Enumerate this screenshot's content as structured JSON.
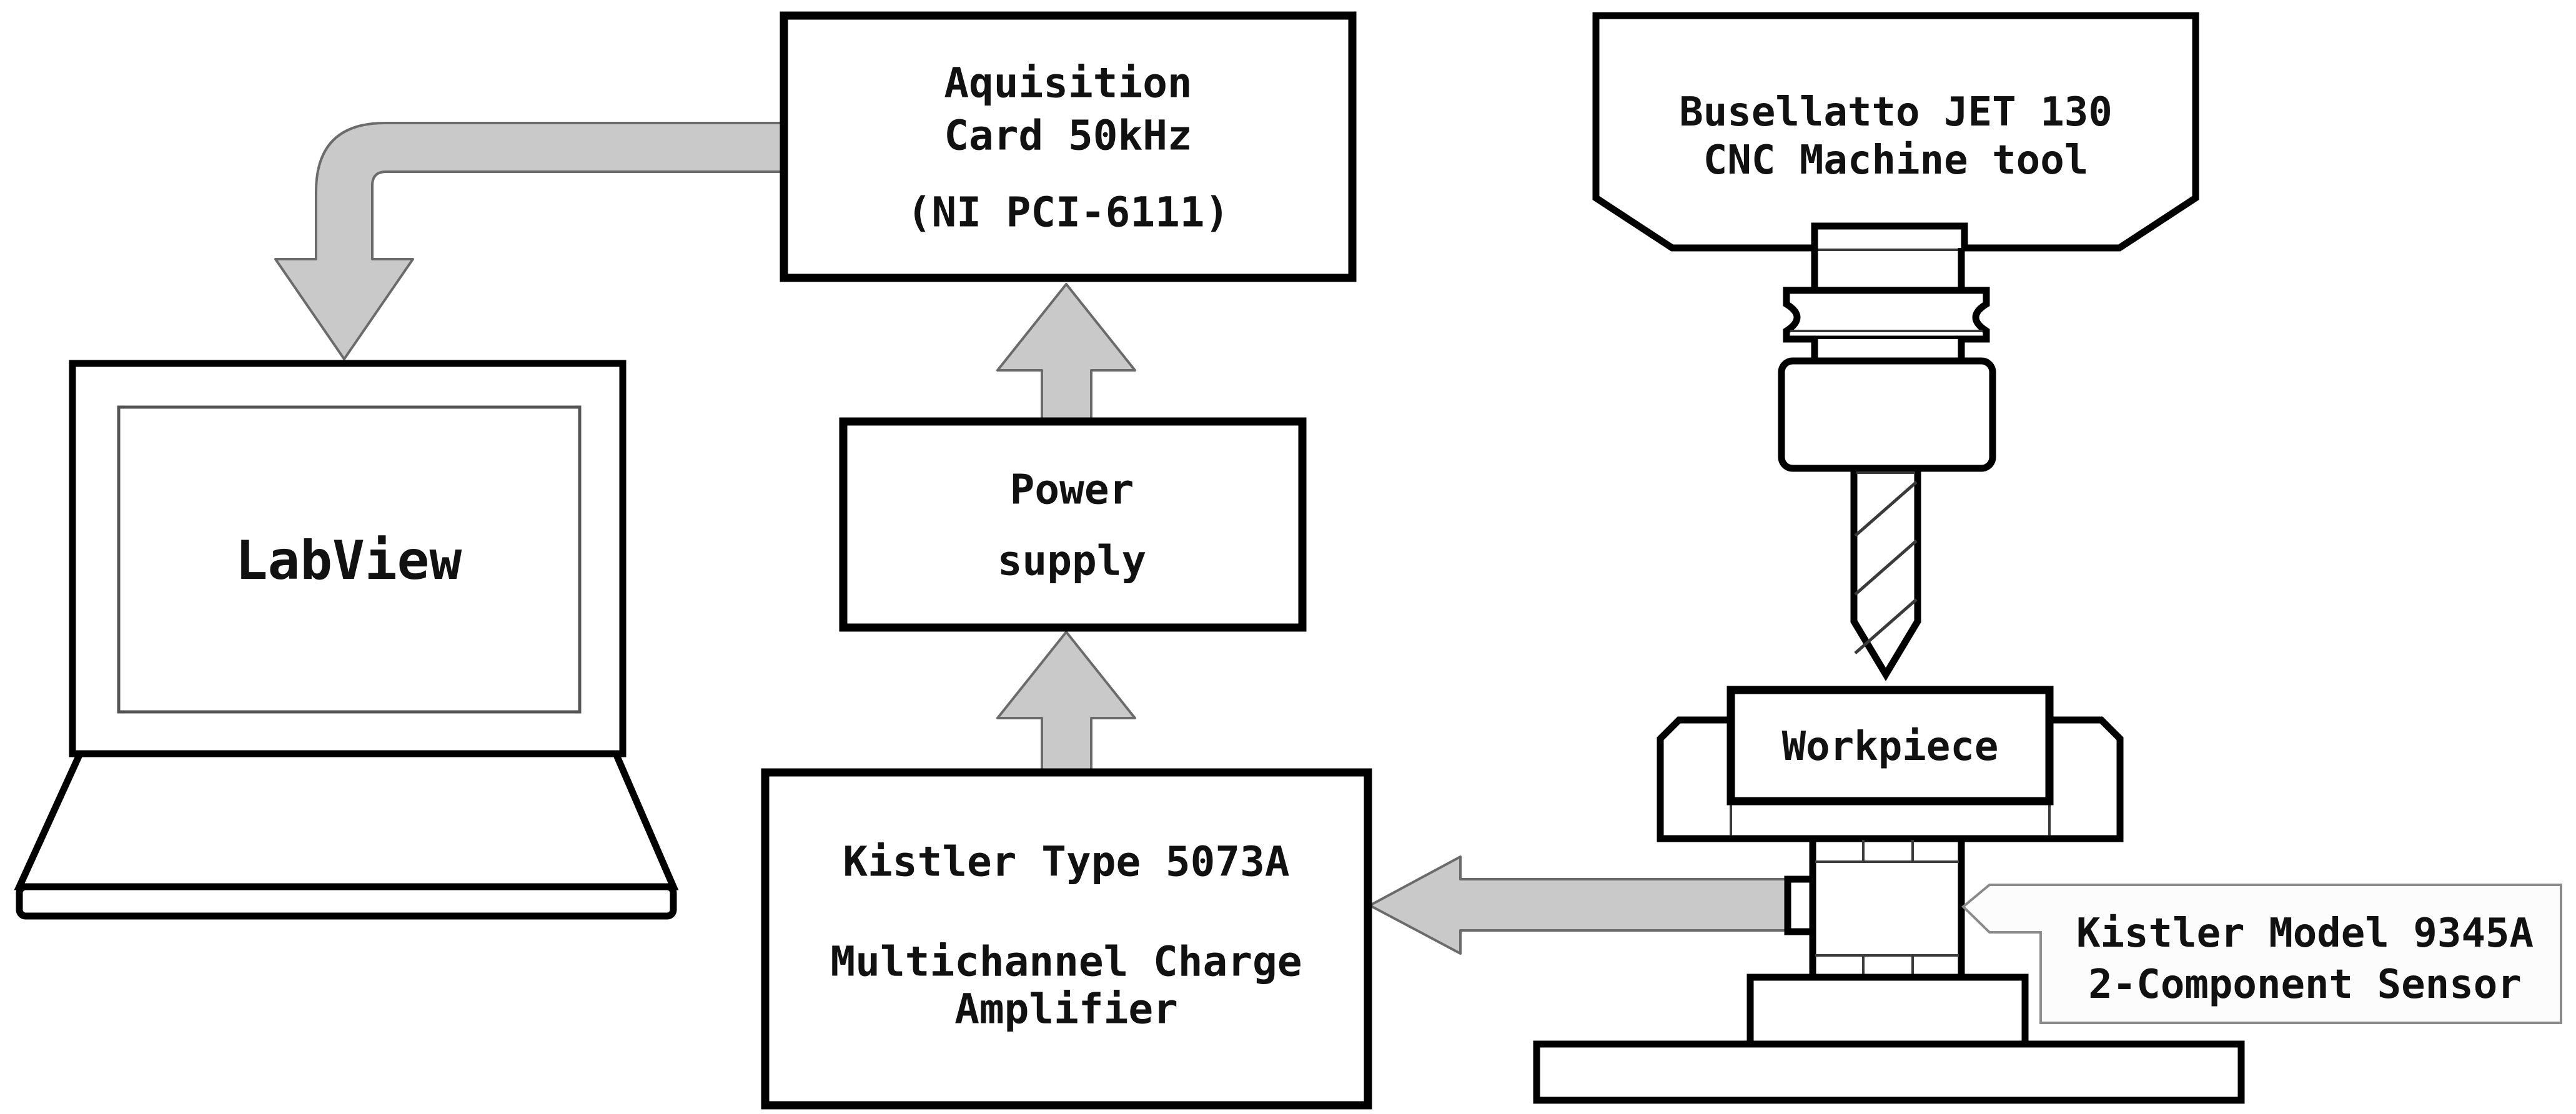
{
  "diagram": {
    "title_semantic": "Cutting force measurement experimental setup schematic",
    "boxes": {
      "acquisition": {
        "line1": "Aquisition",
        "line2": "Card 50kHz",
        "line3": "(NI PCI-6111)"
      },
      "power_supply": {
        "line1": "Power",
        "line2": "supply"
      },
      "amplifier": {
        "line1": "Kistler Type 5073A",
        "line2": "Multichannel Charge",
        "line3": "Amplifier"
      },
      "laptop": {
        "label": "LabView"
      },
      "machine": {
        "line1": "Busellatto JET 130",
        "line2": "CNC Machine tool"
      },
      "workpiece": {
        "label": "Workpiece"
      },
      "sensor_tag": {
        "line1": "Kistler Model 9345A",
        "line2": "2-Component Sensor"
      }
    },
    "connections": [
      "acquisition-card -> labview-laptop",
      "power-supply -> acquisition-card",
      "charge-amplifier -> power-supply",
      "2-component-sensor -> charge-amplifier"
    ],
    "colors": {
      "background": "#ffffff",
      "outline": "#000000",
      "arrow_fill": "#c9c9c9",
      "arrow_stroke": "#6b6b6b",
      "tag_fill": "#fcfcfc",
      "tag_stroke": "#8a8a8a",
      "text": "#111111"
    }
  }
}
